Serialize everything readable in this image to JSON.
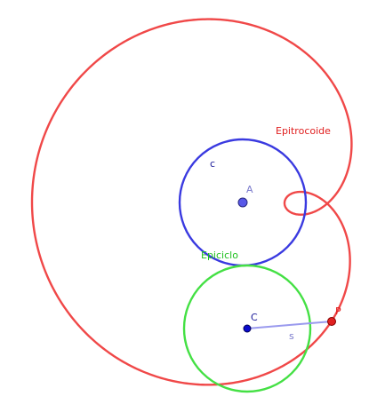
{
  "labels": {
    "curve": "Epitrocoide",
    "epicycle": "Epiciclo",
    "fixed_circle": "c",
    "fixed_center": "A",
    "rolling_center": "C",
    "tracer_point": "P",
    "segment": "s"
  },
  "colors": {
    "curve": "#f04848",
    "fixed_circle": "#3a3ae0",
    "epicycle": "#44e044",
    "point_A": "#5858e8",
    "point_C": "#0a0acc",
    "point_P": "#e02020",
    "segment": "#9a9aee",
    "label_curve": "#e01e1e",
    "label_epicycle": "#1fc01f",
    "label_blue": "#1a1a99",
    "label_segment": "#7a7acc"
  }
}
